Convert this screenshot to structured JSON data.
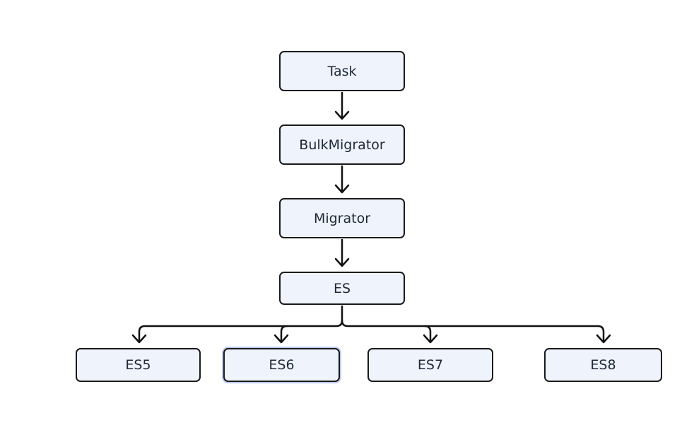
{
  "diagram": {
    "nodes": [
      {
        "id": "task",
        "label": "Task"
      },
      {
        "id": "bulkmigrator",
        "label": "BulkMigrator"
      },
      {
        "id": "migrator",
        "label": "Migrator"
      },
      {
        "id": "es",
        "label": "ES"
      },
      {
        "id": "es5",
        "label": "ES5"
      },
      {
        "id": "es6",
        "label": "ES6",
        "selected": true
      },
      {
        "id": "es7",
        "label": "ES7"
      },
      {
        "id": "es8",
        "label": "ES8"
      }
    ],
    "edges": [
      {
        "from": "task",
        "to": "bulkmigrator"
      },
      {
        "from": "bulkmigrator",
        "to": "migrator"
      },
      {
        "from": "migrator",
        "to": "es"
      },
      {
        "from": "es",
        "to": "es5"
      },
      {
        "from": "es",
        "to": "es6"
      },
      {
        "from": "es",
        "to": "es7"
      },
      {
        "from": "es",
        "to": "es8"
      }
    ],
    "colors": {
      "node_fill": "#eef3fc",
      "node_border": "#1a1a1a",
      "edge": "#111111",
      "selection_glow": "#b9c9ee",
      "text": "#1f2937"
    }
  }
}
